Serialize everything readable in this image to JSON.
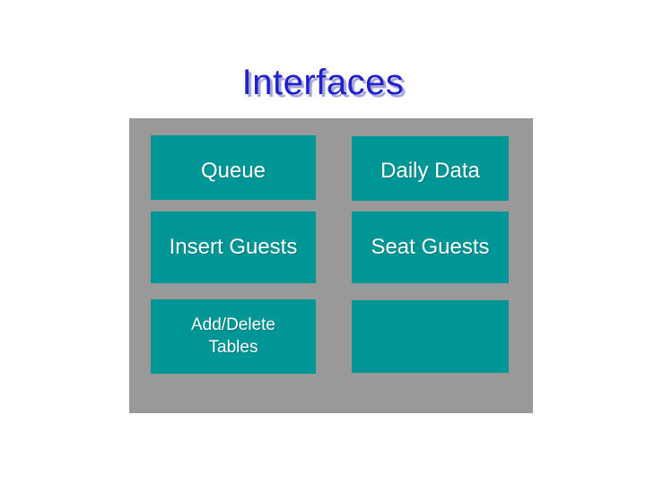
{
  "slide": {
    "title": "Interfaces"
  },
  "colors": {
    "title_text": "#2121cc",
    "title_shadow": "#a2a2d8",
    "panel_bg": "#999999",
    "button_bg": "#009696",
    "button_text": "#ffffff",
    "page_bg": "#ffffff"
  },
  "panel": {
    "buttons": [
      {
        "label": "Queue"
      },
      {
        "label": "Daily Data"
      },
      {
        "label": "Insert Guests"
      },
      {
        "label": "Seat Guests"
      },
      {
        "label": "Add/Delete Tables",
        "lines": [
          "Add/Delete",
          "Tables"
        ]
      },
      {
        "label": ""
      }
    ]
  }
}
